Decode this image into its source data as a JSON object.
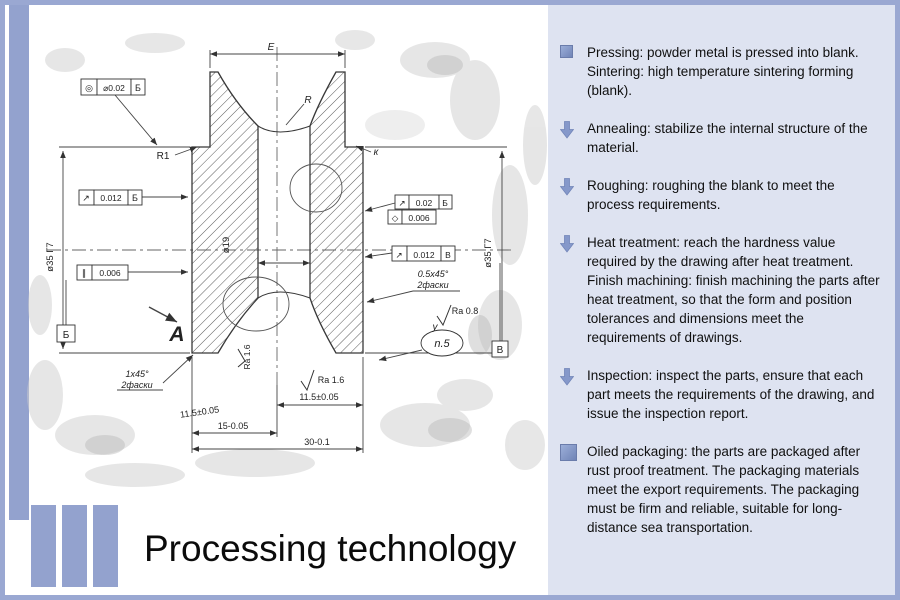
{
  "title": "Processing technology",
  "colors": {
    "frame": "#9aa8d2",
    "accent_bar": "#93a2ce",
    "panel_bg": "#dee3f1",
    "icon_fill": "#8598ca",
    "icon_edge": "#7285b8"
  },
  "icons": {
    "bullet_square": "square-bullet",
    "flow_arrow": "arrow-down"
  },
  "steps": [
    {
      "icon": "square",
      "text": "Pressing: powder metal is pressed into blank. Sintering: high temperature sintering forming (blank)."
    },
    {
      "icon": "arrow-down",
      "text": "Annealing: stabilize the internal structure of the material."
    },
    {
      "icon": "arrow-down",
      "text": "Roughing: roughing the blank to meet the process requirements."
    },
    {
      "icon": "arrow-down",
      "text": "Heat treatment: reach the hardness value required by the drawing after heat treatment. Finish machining: finish machining the parts after heat treatment, so that the form and position tolerances and dimensions meet the requirements of drawings."
    },
    {
      "icon": "arrow-down",
      "text": "Inspection: inspect the parts, ensure that each part meets the requirements of the drawing, and issue the inspection report."
    },
    {
      "icon": "square",
      "text": "Oiled packaging: the parts are packaged after rust proof treatment. The packaging materials meet the export requirements. The packaging must be firm and reliable, suitable for long-distance sea transportation."
    }
  ],
  "drawing": {
    "dim_e": "E",
    "r_label": "R",
    "r1_label": "R1",
    "k_label": "к",
    "fcf1_sym": "◎",
    "fcf1_val": "⌀0.02",
    "fcf1_datum": "Б",
    "fcf2_sym": "↗",
    "fcf2_val": "0.012",
    "fcf2_datum": "Б",
    "fcf3_sym": "∥",
    "fcf3_val": "0.006",
    "fcf4_sym": "↗",
    "fcf4_val": "0.02",
    "fcf4_datum": "Б",
    "fcf5_sym": "◇",
    "fcf5_val": "0.006",
    "fcf6_sym": "↗",
    "fcf6_val": "0.012",
    "fcf6_datum": "В",
    "datum_b": "Б",
    "datum_v": "В",
    "dia_left": "ø35 Г7",
    "dia_right": "ø35 Г7",
    "dia_bore": "ø19",
    "chamfer1_line1": "0.5x45°",
    "chamfer1_line2": "2фаски",
    "chamfer2_line1": "1x45°",
    "chamfer2_line2": "2фаски",
    "ra_08": "Ra 0.8",
    "ra_16a": "Ra 1.6",
    "ra_16b": "Ra 1.6",
    "dim_115a": "11.5±0.05",
    "dim_115b": "11.5±0.05",
    "dim_15": "15-0.05",
    "dim_30": "30-0.1",
    "balloon": "n.5",
    "view_label": "A",
    "y_label": "у"
  }
}
